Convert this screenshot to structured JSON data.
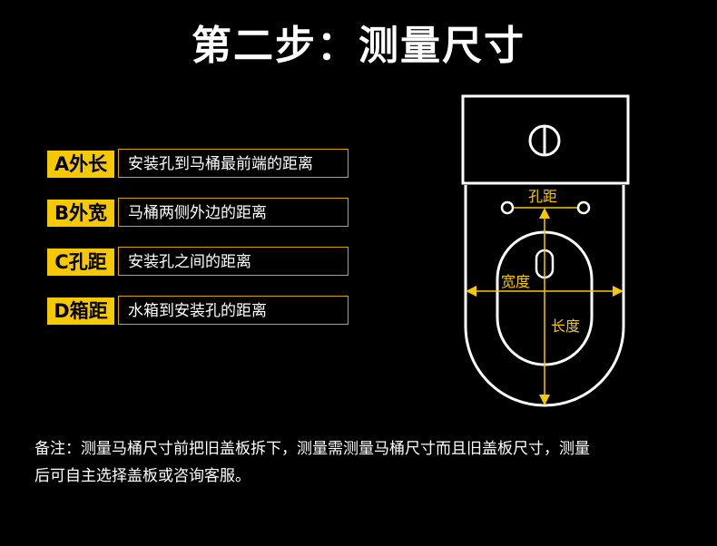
{
  "title": "第二步：测量尺寸",
  "definitions": [
    {
      "tag": "A外长",
      "description": "安装孔到马桶最前端的距离"
    },
    {
      "tag": "B外宽",
      "description": "马桶两侧外边的距离"
    },
    {
      "tag": "C孔距",
      "description": "安装孔之间的距离"
    },
    {
      "tag": "D箱距",
      "description": "水箱到安装孔的距离"
    }
  ],
  "diagram": {
    "hole_distance_label": "孔距",
    "width_label": "宽度",
    "length_label": "长度",
    "accent_color": "#f5c800"
  },
  "note": {
    "line1": "备注：测量马桶尺寸前把旧盖板拆下，测量需测量马桶尺寸而且旧盖板尺寸，测量",
    "line2": "后可自主选择盖板或咨询客服。"
  }
}
